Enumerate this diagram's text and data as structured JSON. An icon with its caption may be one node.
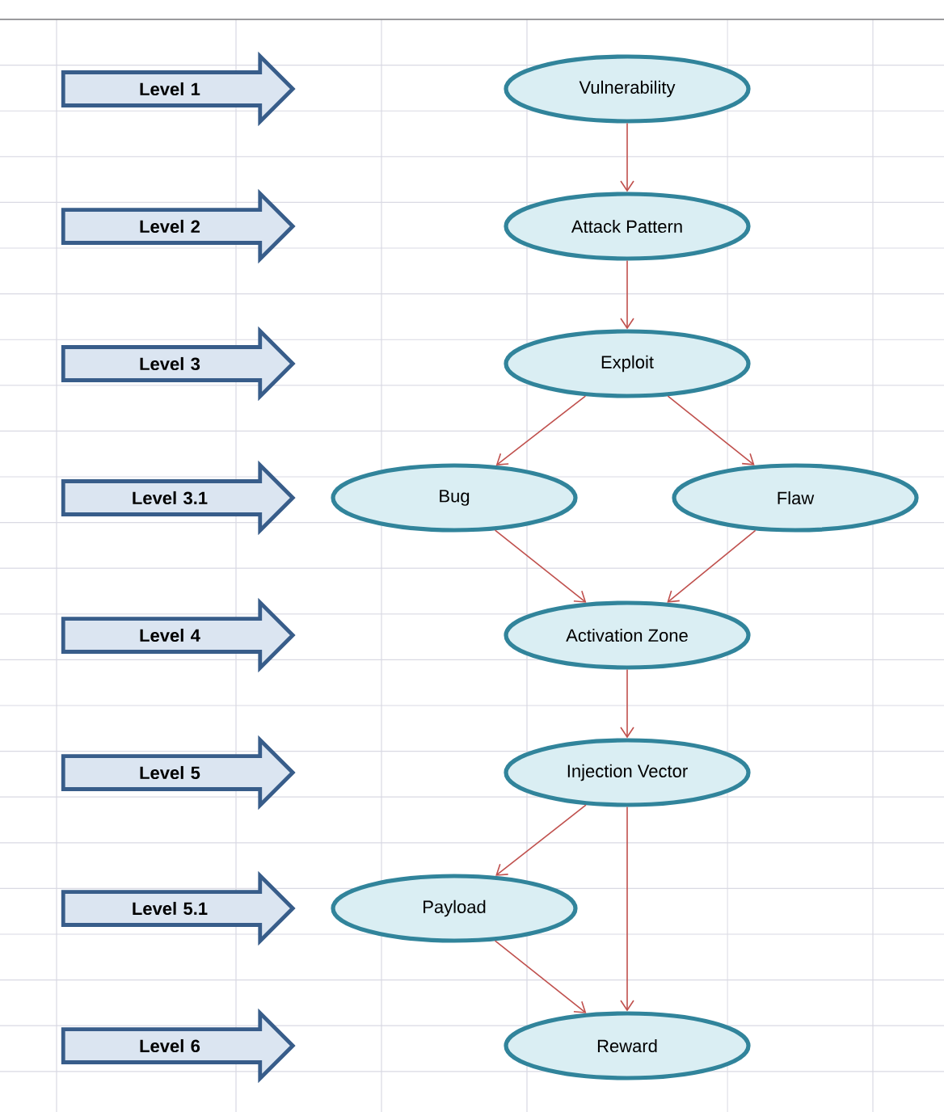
{
  "diagram": {
    "nodes": [
      {
        "text": [
          "Level 1"
        ]
      },
      {
        "text": [
          "Vulnerability"
        ]
      },
      {
        "text": [
          "Level 2"
        ]
      },
      {
        "text": [
          "Attack Pattern"
        ]
      },
      {
        "text": [
          "Level 3"
        ]
      },
      {
        "text": [
          "Exploit"
        ]
      },
      {
        "text": [
          "Level 3.1"
        ]
      },
      {
        "text": [
          "Bug"
        ]
      },
      {
        "text": [
          "Flaw"
        ]
      },
      {
        "text": [
          "Level 4"
        ]
      },
      {
        "text": [
          "Activation Zone"
        ]
      },
      {
        "text": [
          "Level 5"
        ]
      },
      {
        "text": [
          "Injection Vector"
        ]
      },
      {
        "text": [
          "Level 5.1"
        ]
      },
      {
        "text": [
          "Payload"
        ]
      },
      {
        "text": [
          "Level 6"
        ]
      },
      {
        "text": [
          "Reward"
        ]
      }
    ],
    "edges": [
      {
        "from": 1,
        "to": 3,
        "arrow": "to"
      },
      {
        "from": 3,
        "to": 5,
        "arrow": "to"
      },
      {
        "from": 5,
        "to": 7,
        "arrow": "to"
      },
      {
        "from": 5,
        "to": 8,
        "arrow": "to"
      },
      {
        "from": 7,
        "to": 10,
        "arrow": "to"
      },
      {
        "from": 8,
        "to": 10,
        "arrow": "to"
      },
      {
        "from": 10,
        "to": 12,
        "arrow": "to"
      },
      {
        "from": 12,
        "to": 14,
        "arrow": "to"
      },
      {
        "from": 12,
        "to": 16,
        "arrow": "to"
      },
      {
        "from": 14,
        "to": 16,
        "arrow": "to"
      }
    ]
  }
}
